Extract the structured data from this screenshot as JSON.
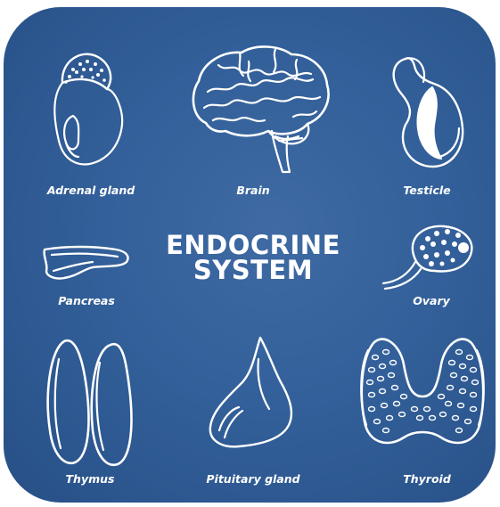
{
  "title": {
    "line1": "ENDOCRINE",
    "line2": "SYSTEM"
  },
  "organs": [
    {
      "name": "Adrenal gland",
      "icon": "adrenal-gland-icon"
    },
    {
      "name": "Brain",
      "icon": "brain-icon"
    },
    {
      "name": "Testicle",
      "icon": "testicle-icon"
    },
    {
      "name": "Pancreas",
      "icon": "pancreas-icon"
    },
    {
      "name": "Ovary",
      "icon": "ovary-icon"
    },
    {
      "name": "Thymus",
      "icon": "thymus-icon"
    },
    {
      "name": "Pituitary gland",
      "icon": "pituitary-gland-icon"
    },
    {
      "name": "Thyroid",
      "icon": "thyroid-icon"
    }
  ],
  "colors": {
    "background": "#33609a",
    "foreground": "#ffffff"
  }
}
